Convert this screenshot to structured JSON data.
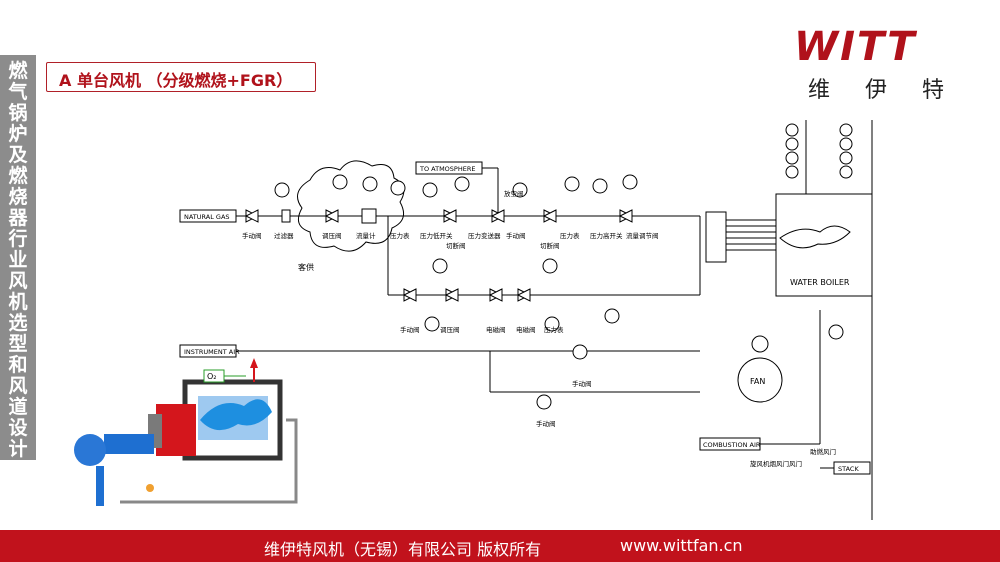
{
  "sidebar": {
    "text": "燃气锅炉及燃烧器行业风机选型和风道设计"
  },
  "title": {
    "text": "A 单台风机 （分级燃烧+FGR）"
  },
  "logo": {
    "wordmark": "WITT",
    "chinese": "维 伊 特"
  },
  "diagram": {
    "lines": {
      "natural_gas": "NATURAL GAS",
      "to_atmosphere": "TO ATMOSPHERE",
      "instrument_air": "INSTRUMENT AIR",
      "combustion_air": "COMBUSTION AIR",
      "stack": "STACK",
      "water_boiler": "WATER BOILER",
      "fan": "FAN",
      "o2": "O₂"
    },
    "labels": {
      "manual_valve_1": "手动阀",
      "filter": "过滤器",
      "regulating_valve": "调压阀",
      "flow_meter": "流量计",
      "pressure_gauge_1": "压力表",
      "low_pressure_switch": "压力低开关",
      "relief_valve": "压力变送器",
      "manual_valve_2": "手动阀",
      "pressure_gauge_2": "压力表",
      "high_pressure_switch": "压力高开关",
      "flow_regulating_valve": "流量调节阀",
      "cutoff_valve_1": "切断阀",
      "cutoff_valve_2": "切断阀",
      "vent_valve": "放空阀",
      "customer": "客供",
      "manual_valve_3": "手动阀",
      "regulating_valve_2": "调压阀",
      "solenoid_1": "电磁阀",
      "solenoid_2": "电磁阀",
      "pressure_gauge_3": "压力表",
      "manual_valve_4": "手动阀",
      "manual_valve_5": "手动阀",
      "fgr_damper": "旋风机烟风门风门",
      "combustion_damper": "助燃风门"
    }
  },
  "footer": {
    "company": "维伊特风机（无锡）有限公司 版权所有",
    "url": "www.wittfan.cn"
  },
  "colors": {
    "brand_red": "#b0121b",
    "footer_red": "#c1121c",
    "sidebar_gray": "#8c8c8c"
  }
}
